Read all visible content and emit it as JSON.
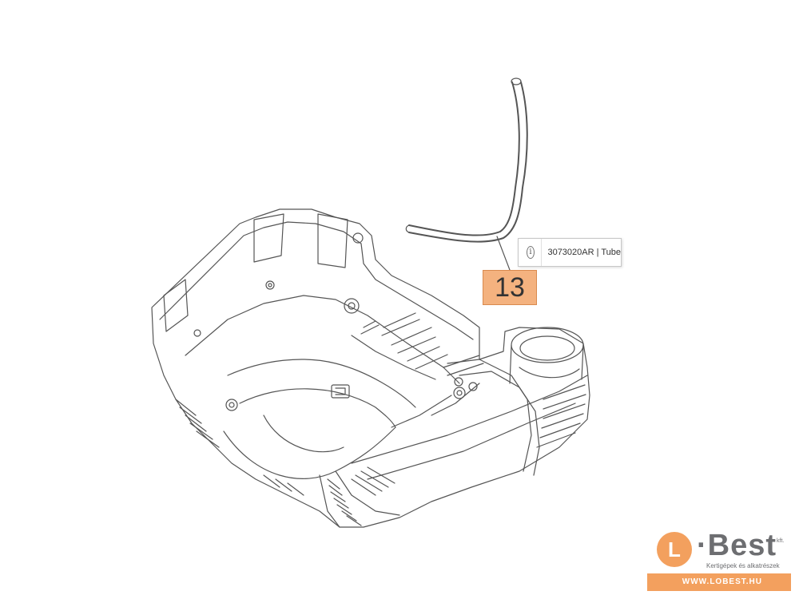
{
  "callout": {
    "number": "13"
  },
  "tooltip": {
    "icon": "info-icon",
    "text": "3073020AR | Tube"
  },
  "brand": {
    "logo_letter": "L",
    "name": "·Best",
    "suffix": "kft.",
    "tagline": "Kertigépek és alkatrészek",
    "url": "WWW.LOBEST.HU",
    "accent_color": "#f3a05e"
  },
  "colors": {
    "line": "#555555",
    "callout_fill": "#f4b27f"
  }
}
